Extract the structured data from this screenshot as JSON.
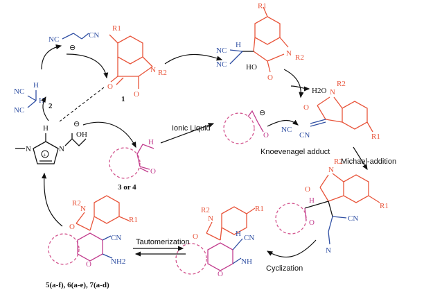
{
  "labels": {
    "ionic_liquid": "Ionic Liquid",
    "knoevenagel": "Knoevenagel adduct",
    "michael": "Michael-addition",
    "tautomerization": "Tautomerization",
    "cyclization": "Cyclization",
    "h2o": "H2O",
    "oh": "OH",
    "cmpd1": "1",
    "cmpd2": "2",
    "cmpd34": "3 or 4",
    "products": "5(a-f), 6(a-e), 7(a-d)"
  },
  "atoms": {
    "nc": "NC",
    "cn": "CN",
    "n": "N",
    "o": "O",
    "h": "H",
    "r1": "R1",
    "r2": "R2",
    "ho": "HO",
    "nh2": "NH2",
    "nh": "NH",
    "plus": "+",
    "minus": "⊖"
  }
}
